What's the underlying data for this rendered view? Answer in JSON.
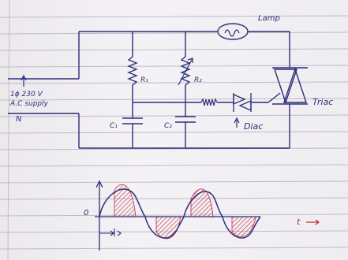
{
  "labels": {
    "supply_phase": "1ϕ 230 V",
    "supply_type": "A.C supply",
    "neutral": "N",
    "lamp": "Lamp",
    "r1": "R₁",
    "r2": "R₂",
    "c1": "C₁",
    "c2": "C₂",
    "diac": "Diac",
    "triac": "Triac",
    "wave_zero": "0",
    "wave_t": "t"
  },
  "colors": {
    "ink": "#2b2f7a",
    "red_ink": "#c0263a",
    "paper": "#efedf0",
    "rule": "#b9b7c8"
  }
}
